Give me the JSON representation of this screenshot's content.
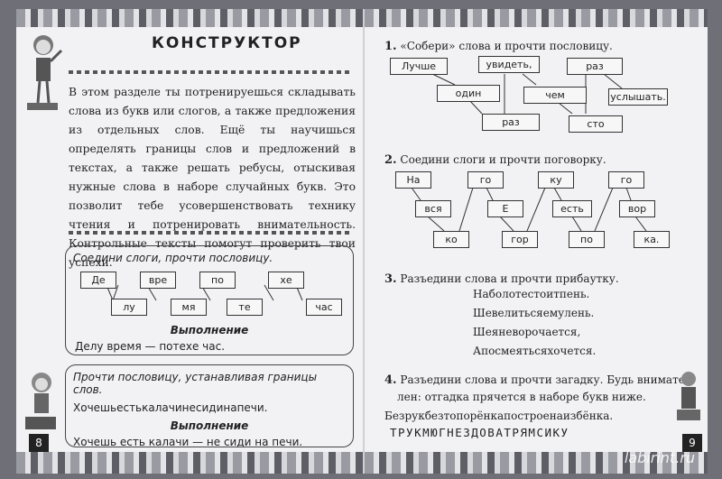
{
  "left_page": {
    "title": "КОНСТРУКТОР",
    "intro": "В этом разделе ты потренируешься складывать слова из букв или слогов, а также предложения из отдельных слов. Ещё ты научишься определять границы слов и предложений в текстах, а также решать ребусы, отыскивая нужные слова в наборе случайных букв. Это позволит тебе усовершенствовать технику чтения и потренировать внимательность. Контрольные тексты помогут проверить твои успехи.",
    "example1": {
      "task": "Соедини слоги, прочти пословицу.",
      "top_syllables": [
        "Де",
        "вре",
        "по",
        "хе"
      ],
      "bottom_syllables": [
        "лу",
        "мя",
        "те",
        "час"
      ],
      "done_label": "Выполнение",
      "answer": "Делу время — потехе час."
    },
    "example2": {
      "task": "Прочти пословицу, устанавливая границы слов.",
      "puzzle": "Хочешьестькалачинесидинапечи.",
      "done_label": "Выполнение",
      "answer": "Хочешь есть калачи — не сиди на печи."
    },
    "page_number": "8"
  },
  "right_page": {
    "ex1": {
      "num": "1.",
      "text": "«Собери» слова и прочти пословицу.",
      "words": [
        "Лучше",
        "увидеть,",
        "раз",
        "один",
        "чем",
        "услышать.",
        "раз",
        "сто"
      ]
    },
    "ex2": {
      "num": "2.",
      "text": "Соедини слоги и прочти поговорку.",
      "top": [
        "На",
        "го",
        "ку",
        "го"
      ],
      "middle": [
        "вся",
        "Е",
        "есть",
        "вор"
      ],
      "bottom": [
        "ко",
        "гор",
        "по",
        "ка."
      ]
    },
    "ex3": {
      "num": "3.",
      "text": "Разъедини слова и прочти прибаутку.",
      "lines": [
        "Наболотестоитпень.",
        "Шевелитьсяемулень.",
        "Шеяневорочается,",
        "Апосмеятьсяхочется."
      ]
    },
    "ex4": {
      "num": "4.",
      "text1": "Разъедини слова и прочти загадку. Будь внимате-",
      "text2": "лен: отгадка прячется в наборе букв ниже.",
      "line1": "Безрукбезтопорёнкапостроенаизбёнка.",
      "line2": "ТРУКМЮГНЕЗДОВАТРЯМСИКУ"
    },
    "page_number": "9"
  },
  "watermark": "labirint.ru"
}
